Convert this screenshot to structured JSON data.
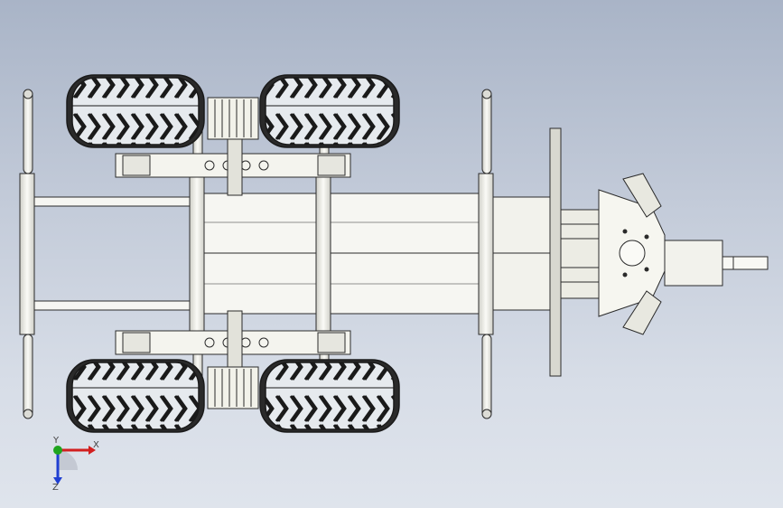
{
  "viewport": {
    "background_top": "#a9b4c7",
    "background_bottom": "#dfe4ec"
  },
  "model": {
    "line_color": "#2b2b2b",
    "body_fill": "#f6f6f2",
    "tire_dark": "#1c1c1c",
    "tire_tread": "#e8ecef",
    "strut_fill": "#ecece6"
  },
  "triad": {
    "x_label": "X",
    "y_label": "Y",
    "z_label": "Z",
    "x_color": "#d21f1f",
    "y_color": "#1fa51f",
    "z_color": "#1f3fd2"
  }
}
